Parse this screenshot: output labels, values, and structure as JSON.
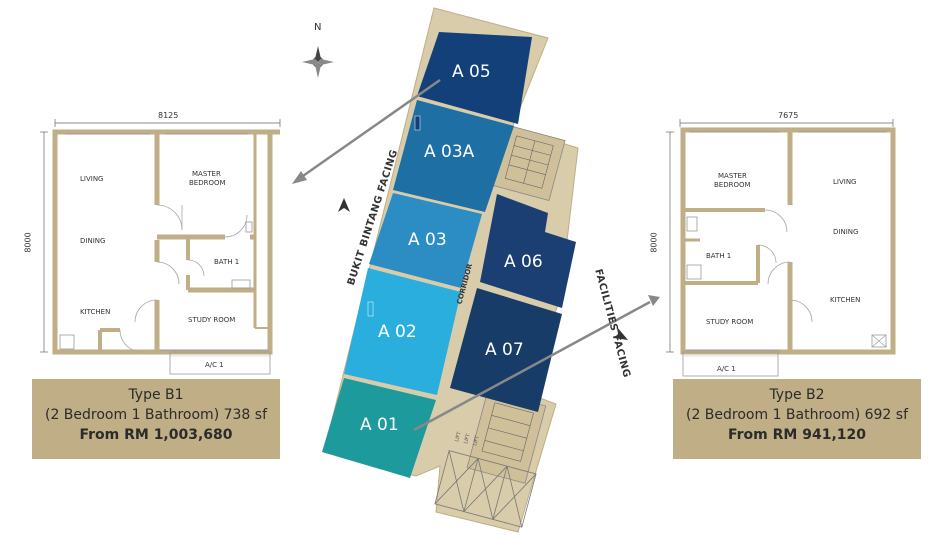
{
  "compass": {
    "label": "N"
  },
  "floorplan_b1": {
    "width_dim": "8125",
    "height_dim": "8000",
    "rooms": {
      "living": "LIVING",
      "dining": "DINING",
      "kitchen": "KITCHEN",
      "master_line1": "MASTER",
      "master_line2": "BEDROOM",
      "bath": "BATH 1",
      "study": "STUDY ROOM",
      "ac": "A/C 1"
    }
  },
  "floorplan_b2": {
    "width_dim": "7675",
    "height_dim": "8000",
    "rooms": {
      "living": "LIVING",
      "dining": "DINING",
      "kitchen": "KITCHEN",
      "master_line1": "MASTER",
      "master_line2": "BEDROOM",
      "bath": "BATH 1",
      "study": "STUDY ROOM",
      "ac": "A/C 1"
    }
  },
  "card_b1": {
    "type": "Type B1",
    "desc": "(2 Bedroom 1 Bathroom) 738 sf",
    "price": "From RM 1,003,680"
  },
  "card_b2": {
    "type": "Type B2",
    "desc": "(2 Bedroom 1 Bathroom) 692 sf",
    "price": "From RM 941,120"
  },
  "key_plan": {
    "units": [
      "A 05",
      "A 03A",
      "A 03",
      "A 06",
      "A 02",
      "A 07",
      "A 01"
    ],
    "corridor": "CORRIDOR",
    "facing_left": "BUKIT BINTANG FACING",
    "facing_right": "FACILITIES FACING"
  },
  "colors": {
    "a05": "#14407a",
    "a03a": "#1d6fa4",
    "a03": "#2b8dc4",
    "a06": "#1c3f73",
    "a02": "#2aaede",
    "a07": "#173c67",
    "a01": "#1c9a9c",
    "building": "#d9ccaa",
    "card": "#bfae86"
  }
}
